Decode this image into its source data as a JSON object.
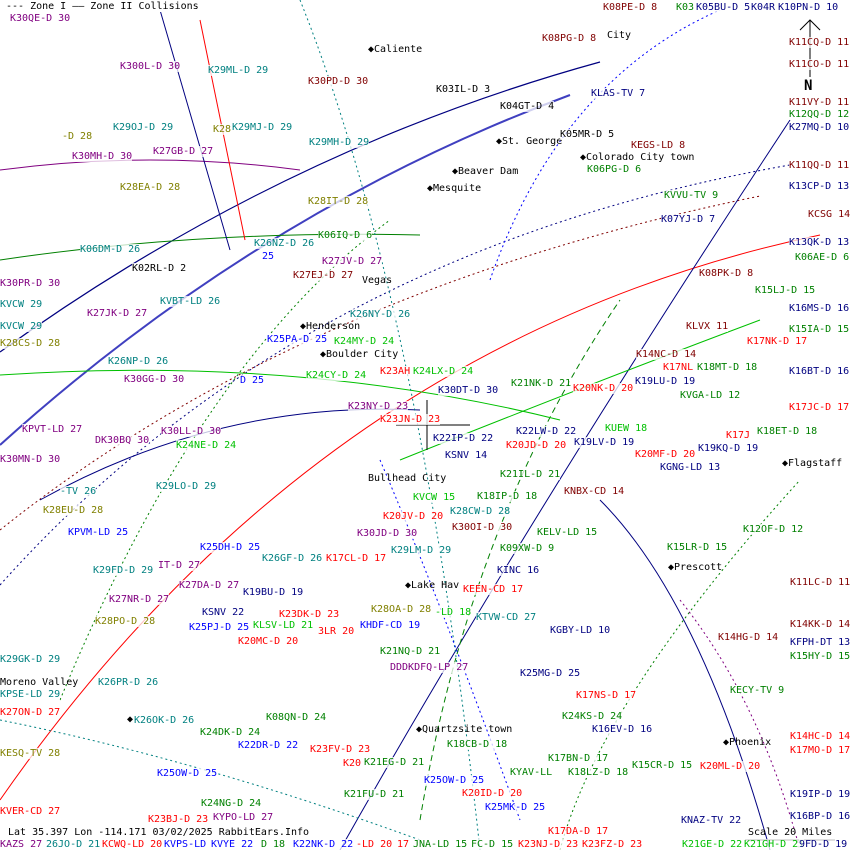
{
  "legend": {
    "zone1": "--- Zone I",
    "zone2": "—— Zone II Collisions"
  },
  "status": "Lat 35.397 Lon -114.171 03/02/2025 RabbitEars.Info",
  "scale": "Scale 20 Miles",
  "north": "N",
  "places": [
    "◆Caliente",
    "◆St. George",
    "◆Colorado City town",
    "◆Beaver Dam",
    "◆Mesquite",
    "Vegas",
    "◆Henderson",
    "◆Boulder City",
    "◆Flagstaff",
    "Bullhead City",
    "◆Prescott",
    "◆Lake Hav",
    "Moreno Valley",
    "◆",
    "◆Quartzsite town",
    "◆Phoenix",
    "City"
  ],
  "labels": [
    "K30QE-D 30",
    "K08PE-D 8",
    "K03",
    "K05BU-D 5",
    "K04R",
    "K10PN-D 10",
    "K08PG-D 8",
    "K300L-D 30",
    "K29ML-D 29",
    "K30PD-D 30",
    "K03IL-D 3",
    "KLAS-TV 7",
    "K11CQ-D 11",
    "K11CO-D 11",
    "K11VY-D 11",
    "K12QQ-D 12",
    "K27MQ-D 10",
    "K04GT-D 4",
    "K29OJ-D 29",
    "K28",
    "K29MJ-D 29",
    "-D 28",
    "K05MR-D 5",
    "KEGS-LD 8",
    "K30MH-D 30",
    "K27GB-D 27",
    "K29MH-D 29",
    "K06PG-D 6",
    "K11QQ-D 11",
    "K28EA-D 28",
    "K13CP-D 13",
    "KVVU-TV 9",
    "K28IT-D 28",
    "KCSG 14",
    "K07YJ-D 7",
    "K06IQ-D 6",
    "K26NZ-D 26",
    "K13QK-D 13",
    "K06DM-D 26",
    "25",
    "K06AE-D 6",
    "K27JV-D 27",
    "K02RL-D 2",
    "K30PR-D 30",
    "K08PK-D 8",
    "K27EJ-D 27",
    "K15LJ-D 15",
    "KVCW 29",
    "KVBT-LD 26",
    "K16MS-D 16",
    "K27JK-D 27",
    "K26NY-D 26",
    "KVCW 29",
    "K24MY-D 24",
    "K15IA-D 15",
    "KLVX 11",
    "K25PA-D 25",
    "K17NK-D 17",
    "K28CS-D 28",
    "K26NP-D 26",
    "K14NC-D 14",
    "K17NL",
    "K18MT-D 18",
    "K30GG-D 30",
    "D 25",
    "K24CY-D 24",
    "K23AH",
    "K24LX-D 24",
    "K16BT-D 16",
    "K21NK-D 21",
    "K20NK-D 20",
    "K19LU-D 19",
    "KVGA-LD 12",
    "K30DT-D 30",
    "K30LL-D 30",
    "KPVT-LD 27",
    "K23NY-D 23",
    "K23JN-D 23",
    "K17JC-D 17",
    "K22LW-D 22",
    "DK30BQ 30",
    "K24NE-D 24",
    "K22IP-D 22",
    "K20JD-D 20",
    "KUEW 18",
    "K19LV-D 19",
    "K18ET-D 18",
    "K17J",
    "K30MN-D 30",
    "K20MF-D 20",
    "K19KQ-D 19",
    "KSNV 14",
    "KGNG-LD 13",
    "K21IL-D 21",
    "K29LO-D 29",
    "-TV 26",
    "KNBX-CD 14",
    "KVCW 15",
    "K18IP-D 18",
    "K28EU-D 28",
    "K28CW-D 28",
    "K20JV-D 20",
    "K30OI-D 30",
    "KELV-LD 15",
    "KPVM-LD 25",
    "K30JD-D 30",
    "K12OF-D 12",
    "K09XW-D 9",
    "K25DH-D 25",
    "K26GF-D 26",
    "K17CL-D 17",
    "K29LM-D 29",
    "K15LR-D 15",
    "K29FD-D 29",
    "IT-D 27",
    "KINC 16",
    "K27DA-D 27",
    "K19BU-D 19",
    "KEEN-CD 17",
    "K11LC-D 11",
    "K27NR-D 27",
    "K28OA-D 28",
    "-LD 18",
    "KSNV 22",
    "K23DK-D 23",
    "KTVW-CD 27",
    "K28PO-D 28",
    "K25PJ-D 25",
    "KLSV-LD 21",
    "3LR 20",
    "KHDF-CD 19",
    "KGBY-LD 10",
    "K14KK-D 14",
    "K20MC-D 20",
    "K14HG-D 14",
    "KFPH-DT 13",
    "K15HY-D 15",
    "K21NQ-D 21",
    "K29GK-D 29",
    "DDDKDFQ-LP 27",
    "K26PR-D 26",
    "K25MG-D 25",
    "KPSE-LD 29",
    "KECY-TV 9",
    "K17NS-D 17",
    "K27ON-D 27",
    "K26OK-D 26",
    "K08QN-D 24",
    "K24KS-D 24",
    "K24DK-D 24",
    "K16EV-D 16",
    "K14HC-D 14",
    "K22DR-D 22",
    "K18CB-D 18",
    "KESQ-TV 28",
    "K23FV-D 23",
    "K17MO-D 17",
    "K17BN-D 17",
    "K20",
    "K21EG-D 21",
    "K15CR-D 15",
    "K20ML-D 20",
    "K18LZ-D 18",
    "K25OW-D 25",
    "KYAV-LL",
    "K25OW-D 25",
    "K20ID-D 20",
    "K21FU-D 21",
    "K19IP-D 19",
    "K24NG-D 24",
    "K25MK-D 25",
    "KVER-CD 27",
    "KYPO-LD 27",
    "K16BP-D 16",
    "KNAZ-TV 22",
    "K17DA-D 17",
    "K23BJ-D 23",
    "KAZS 27",
    "26JO-D 21",
    "KCWQ-LD 20",
    "KVPS-LD",
    "KVYE 22",
    "D 18",
    "K22NK-D 22",
    "-LD 20",
    "17",
    "JNA-LD 15",
    "FC-D 15",
    "K23NJ-D 23",
    "K23FZ-D 23",
    "K21GE-D 22",
    "K21GH-D 21",
    "9FD-D 19"
  ]
}
